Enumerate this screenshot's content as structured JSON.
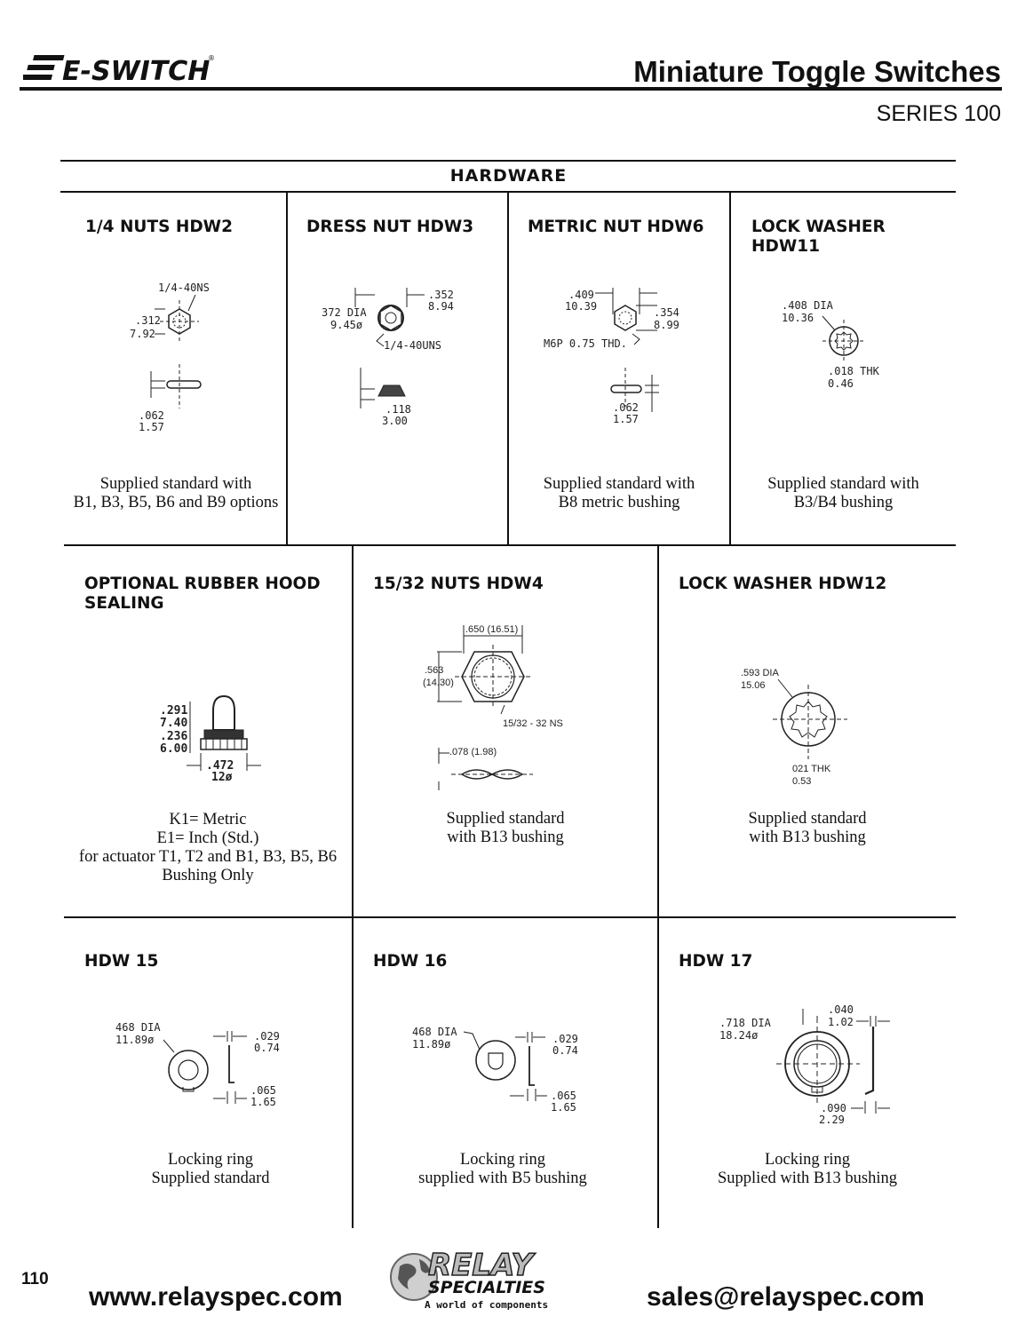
{
  "header": {
    "brand": "E-SWITCH",
    "title": "Miniature Toggle Switches",
    "series": "SERIES 100"
  },
  "section_title": "HARDWARE",
  "row1": [
    {
      "title": "1/4 NUTS  HDW2",
      "caption": "Supplied standard with\nB1, B3, B5, B6 and B9 options",
      "labels": {
        "thread": "1/4-40NS",
        "w1": ".312",
        "w2": "7.92",
        "t1": ".062",
        "t2": "1.57"
      }
    },
    {
      "title": "DRESS NUT  HDW3",
      "caption": "",
      "labels": {
        "d1": ".352",
        "d2": "8.94",
        "dia1": "372 DIA",
        "dia2": "9.45ø",
        "thread": "1/4-40UNS",
        "t1": ".118",
        "t2": "3.00"
      }
    },
    {
      "title": "METRIC NUT  HDW6",
      "caption": "Supplied standard with\nB8 metric bushing",
      "labels": {
        "a1": ".409",
        "a2": "10.39",
        "b1": ".354",
        "b2": "8.99",
        "thread": "M6P 0.75 THD.",
        "t1": ".062",
        "t2": "1.57"
      }
    },
    {
      "title": "LOCK WASHER\nHDW11",
      "caption": "Supplied standard with\nB3/B4 bushing",
      "labels": {
        "dia1": ".408 DIA",
        "dia2": "10.36",
        "t1": ".018 THK",
        "t2": "0.46"
      }
    }
  ],
  "row2": [
    {
      "title": "OPTIONAL RUBBER HOOD\nSEALING",
      "caption": "K1= Metric\nE1= Inch (Std.)\nfor actuator T1, T2 and B1, B3, B5, B6\nBushing Only",
      "labels": {
        "h1": ".291",
        "h2": "7.40",
        "h3": ".236",
        "h4": "6.00",
        "w1": ".472",
        "w2": "12ø"
      }
    },
    {
      "title": "15/32 NUTS  HDW4",
      "caption": "Supplied standard\nwith B13 bushing",
      "labels": {
        "w": ".650 (16.51)",
        "h1": ".563",
        "h2": "(14.30)",
        "thread": "15/32 - 32 NS",
        "t": ".078 (1.98)"
      }
    },
    {
      "title": "LOCK WASHER  HDW12",
      "caption": "Supplied standard\nwith B13 bushing",
      "labels": {
        "dia1": ".593 DIA",
        "dia2": "15.06",
        "t1": "021 THK",
        "t2": "0.53"
      }
    }
  ],
  "row3": [
    {
      "title": "HDW 15",
      "caption": "Locking ring\nSupplied standard",
      "labels": {
        "dia1": "468 DIA",
        "dia2": "11.89ø",
        "a1": ".029",
        "a2": "0.74",
        "b1": ".065",
        "b2": "1.65"
      }
    },
    {
      "title": "HDW 16",
      "caption": "Locking ring\nsupplied with B5 bushing",
      "labels": {
        "dia1": "468 DIA",
        "dia2": "11.89ø",
        "a1": ".029",
        "a2": "0.74",
        "b1": ".065",
        "b2": "1.65"
      }
    },
    {
      "title": "HDW 17",
      "caption": "Locking ring\nSupplied with B13 bushing",
      "labels": {
        "dia1": ".718 DIA",
        "dia2": "18.24ø",
        "a1": ".040",
        "a2": "1.02",
        "b1": ".090",
        "b2": "2.29"
      }
    }
  ],
  "footer": {
    "page_number": "110",
    "website": "www.relayspec.com",
    "email": "sales@relayspec.com",
    "logo_top": "RELAY",
    "logo_mid": "SPECIALTIES",
    "logo_tag": "A world of components"
  }
}
